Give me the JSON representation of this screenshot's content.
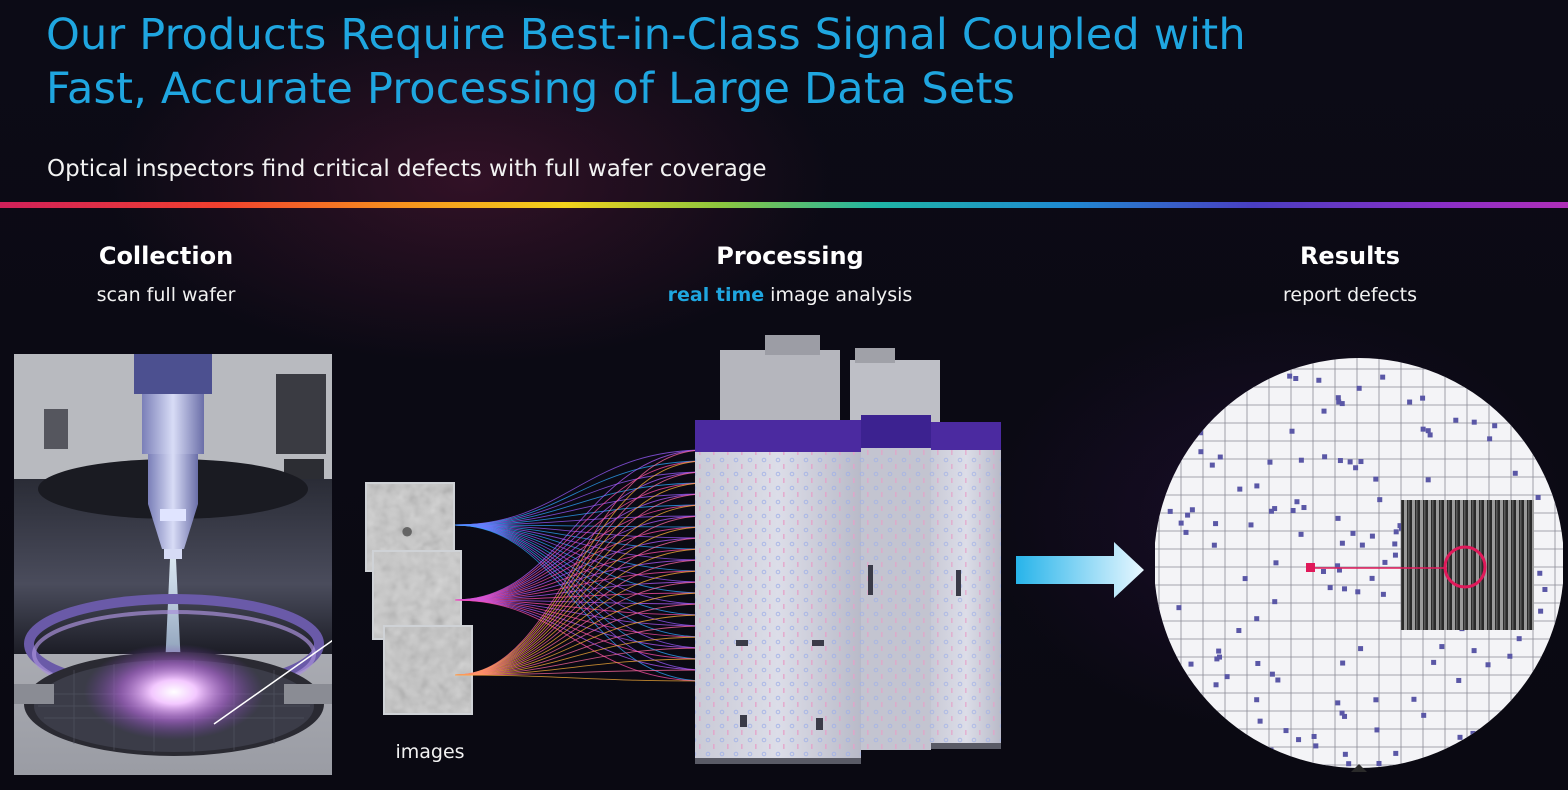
{
  "slide": {
    "title_line1": "Our Products Require Best-in-Class Signal Coupled with",
    "title_line2": "Fast, Accurate Processing of Large Data Sets",
    "subtitle": "Optical inspectors find critical defects with full wafer coverage"
  },
  "columns": {
    "collection": {
      "heading": "Collection",
      "caption": "scan full wafer"
    },
    "processing": {
      "heading": "Processing",
      "caption_highlight": "real time",
      "caption_rest": " image analysis"
    },
    "results": {
      "heading": "Results",
      "caption": "report defects"
    }
  },
  "images_label": "images",
  "colors": {
    "title": "#1fa6e0",
    "highlight": "#1fa6e0",
    "defect_marker": "#e0195a",
    "server_top": "#4b2aa0",
    "arrow": "#27b4ea"
  },
  "icons": {
    "inspector": "optical-inspector-illustration",
    "tiles": "wafer-image-tile",
    "streams": "data-streams",
    "computer": "image-computer-cabinet",
    "arrow": "right-arrow",
    "wafer": "wafer-defect-map"
  }
}
